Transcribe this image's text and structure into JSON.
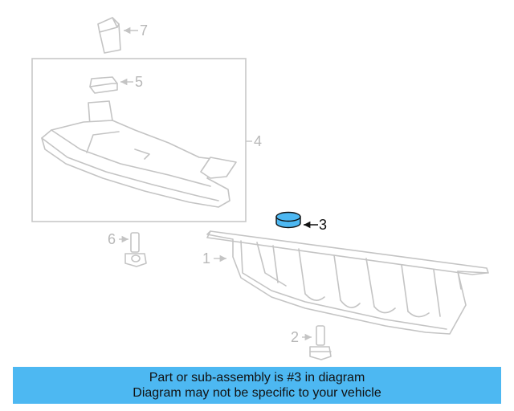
{
  "diagram": {
    "callouts": [
      {
        "number": "7",
        "highlighted": false
      },
      {
        "number": "5",
        "highlighted": false
      },
      {
        "number": "4",
        "highlighted": false
      },
      {
        "number": "3",
        "highlighted": true
      },
      {
        "number": "6",
        "highlighted": false
      },
      {
        "number": "1",
        "highlighted": false
      },
      {
        "number": "2",
        "highlighted": false
      }
    ],
    "colors": {
      "line": "#c4c4c4",
      "highlight_fill": "#4db8f2",
      "highlight_text": "#111111"
    }
  },
  "banner": {
    "line1": "Part or sub-assembly is #3 in diagram",
    "line2": "Diagram may not be specific to your vehicle",
    "background": "#4db8f2"
  }
}
